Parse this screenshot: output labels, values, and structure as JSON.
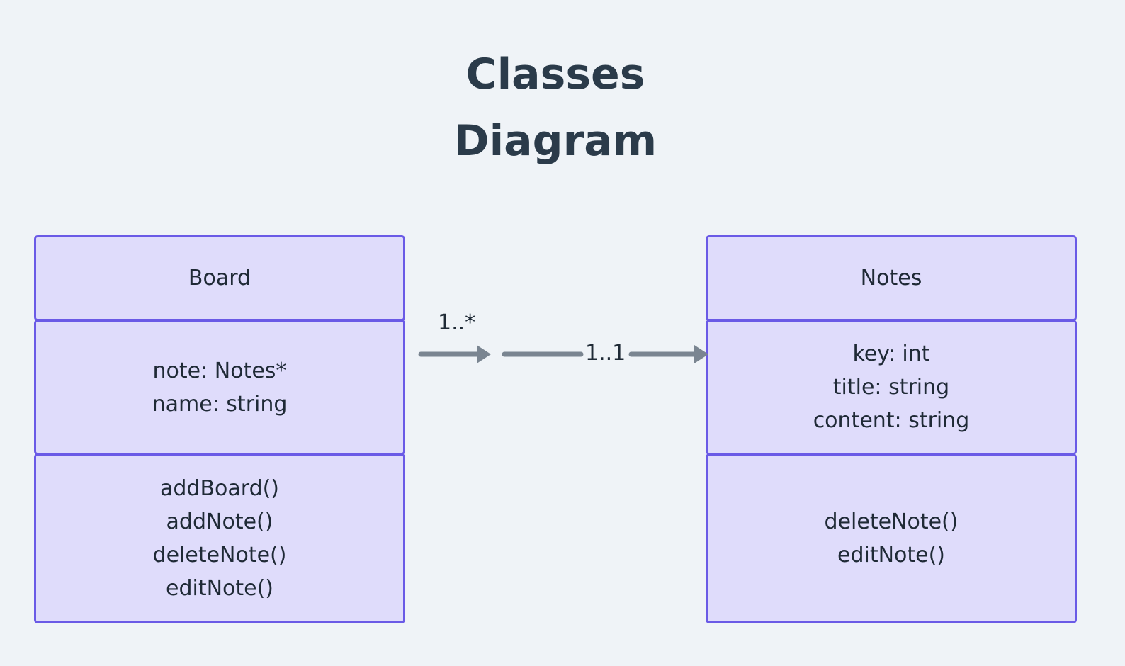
{
  "title": {
    "line1": "Classes",
    "line2": "Diagram"
  },
  "classes": [
    {
      "name": "Board",
      "attributes": [
        "note: Notes*",
        "name: string"
      ],
      "methods": [
        "addBoard()",
        "addNote()",
        "deleteNote()",
        "editNote()"
      ]
    },
    {
      "name": "Notes",
      "attributes": [
        "key: int",
        "title: string",
        "content: string"
      ],
      "methods": [
        "deleteNote()",
        "editNote()"
      ]
    }
  ],
  "relationship": {
    "source_multiplicity": "1..*",
    "target_multiplicity": "1..1"
  },
  "colors": {
    "background": "#eff3f7",
    "box_fill": "#dfdcfb",
    "box_border": "#6a5ae6",
    "connector": "#7a8591",
    "title": "#2b3b4a"
  }
}
